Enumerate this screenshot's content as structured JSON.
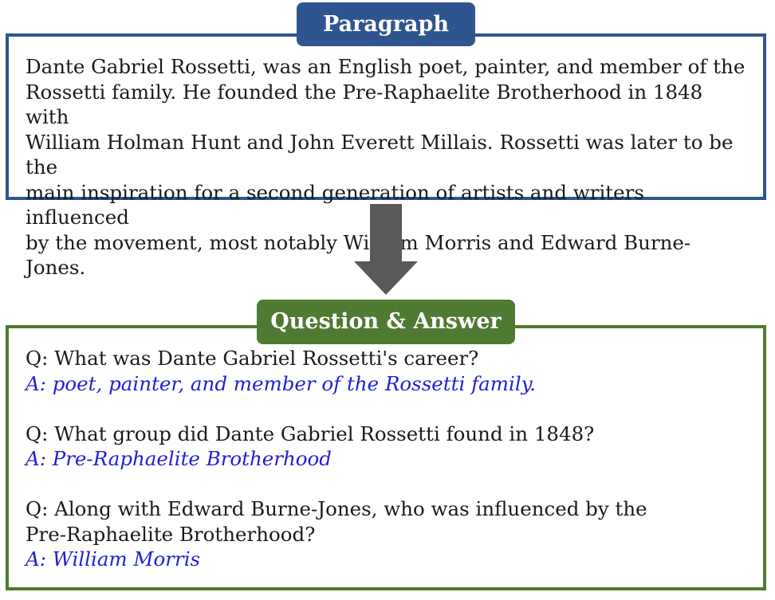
{
  "paragraph": {
    "title": "Paragraph",
    "text": "Dante Gabriel Rossetti, was an English poet, painter, and member of the\nRossetti family. He founded the Pre-Raphaelite Brotherhood in 1848 with\nWilliam Holman Hunt and John Everett Millais. Rossetti was later to be the\nmain inspiration for a second generation of artists and writers influenced\nby the movement, most notably William Morris and Edward Burne-Jones."
  },
  "qa": {
    "title": "Question & Answer",
    "items": [
      {
        "question": "Q: What was Dante Gabriel Rossetti's career?",
        "answer": "A: poet, painter, and member of the Rossetti family."
      },
      {
        "question": "Q: What group did Dante Gabriel Rossetti found in 1848?",
        "answer": "A: Pre-Raphaelite Brotherhood"
      },
      {
        "question": "Q: Along with Edward Burne-Jones, who was influenced by the\nPre-Raphaelite Brotherhood?",
        "answer": "A: William Morris"
      }
    ]
  },
  "colors": {
    "paragraph_accent": "#2e5590",
    "qa_accent": "#4f7a32",
    "answer_text": "#1f1fd6",
    "arrow": "#595959"
  }
}
